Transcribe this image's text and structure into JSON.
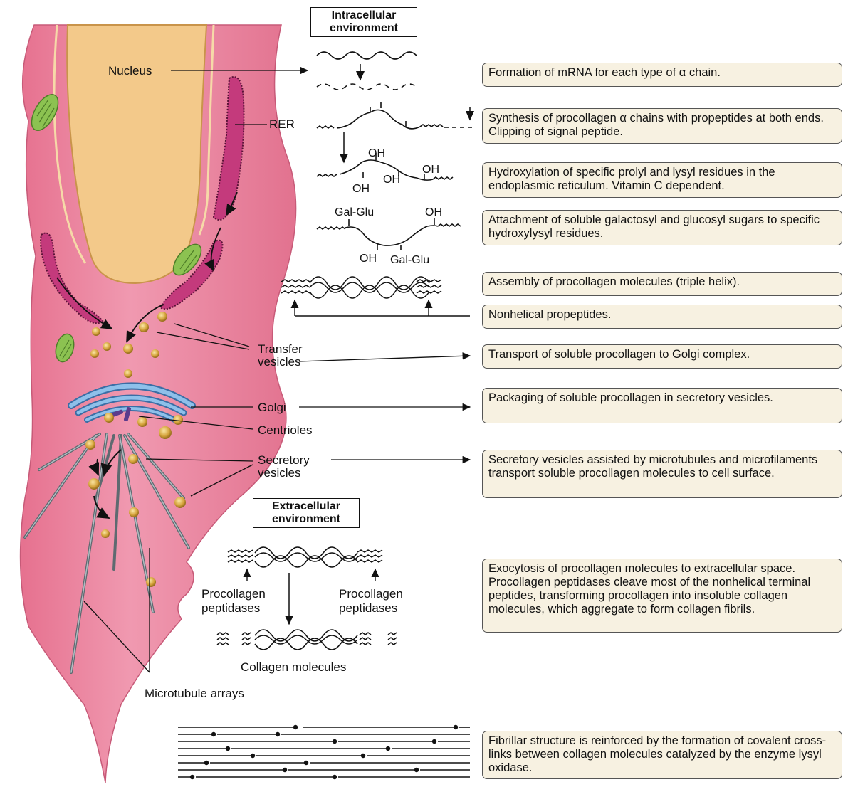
{
  "env": {
    "intracellular": [
      "Intracellular",
      "environment"
    ],
    "extracellular": [
      "Extracellular",
      "environment"
    ]
  },
  "labels": {
    "nucleus": "Nucleus",
    "rer": "RER",
    "transfer": [
      "Transfer",
      "vesicles"
    ],
    "golgi": "Golgi",
    "centrioles": "Centrioles",
    "secretory": [
      "Secretory",
      "vesicles"
    ],
    "microtubule": "Microtubule arrays",
    "pp_left": [
      "Procollagen",
      "peptidases"
    ],
    "pp_right": [
      "Procollagen",
      "peptidases"
    ],
    "collagen": "Collagen molecules"
  },
  "chem": {
    "oh1": "OH",
    "oh2": "OH",
    "oh3": "OH",
    "oh4": "OH",
    "galglu1": "Gal-Glu",
    "oh5": "OH",
    "oh6": "OH",
    "galglu2": "Gal-Glu"
  },
  "steps": [
    "Formation of mRNA for each type of α chain.",
    "Synthesis of procollagen α chains with propeptides at both ends. Clipping of signal peptide.",
    "Hydroxylation of specific prolyl and lysyl residues in the endoplasmic reticulum. Vitamin C dependent.",
    "Attachment of soluble galactosyl and glucosyl sugars to specific hydroxylysyl residues.",
    "Assembly of procollagen molecules (triple helix).",
    "Nonhelical propeptides.",
    "Transport of soluble procollagen to Golgi complex.",
    "Packaging of soluble procollagen in secretory vesicles.",
    "Secretory vesicles assisted by microtubules and microfilaments transport soluble procollagen molecules to cell surface.",
    "Exocytosis of procollagen molecules to extracellular space. Procollagen peptidases cleave most of the nonhelical terminal peptides, transforming procollagen into insoluble collagen molecules, which aggregate to form collagen fibrils.",
    "Fibrillar structure is reinforced by the formation of covalent cross-links between collagen molecules catalyzed by the enzyme lysyl oxidase."
  ],
  "colors": {
    "cell": "#ec87a2",
    "nucleus": "#f3c98a",
    "rer": "#c43a7c",
    "golgi": "#6fa8dc",
    "mitochondria": "#8cc251",
    "vesicle": "#d4a23a",
    "box": "#f7f1e1"
  }
}
